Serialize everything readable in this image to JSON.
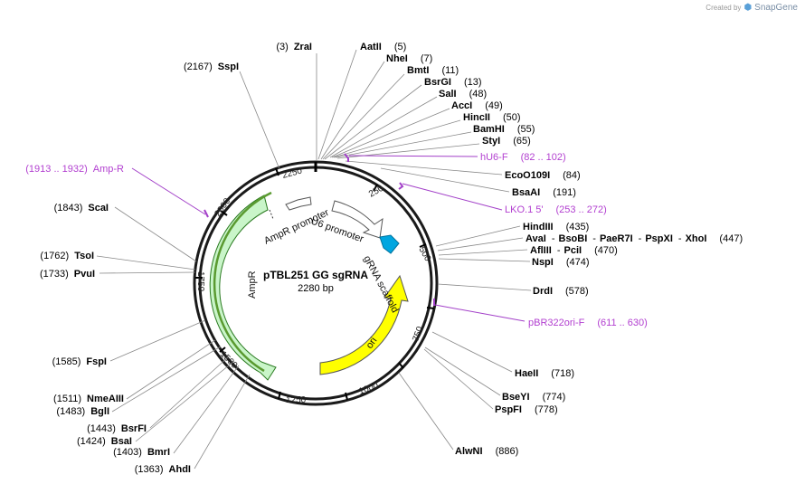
{
  "credit": {
    "prefix": "Created by",
    "brand": "SnapGene"
  },
  "plasmid": {
    "name": "pTBL251 GG sgRNA",
    "size": "2280 bp"
  },
  "ticks": [
    "250",
    "500",
    "750",
    "1000",
    "1250",
    "1500",
    "1750",
    "2000",
    "2250"
  ],
  "features": {
    "ampr_promoter": "AmpR promoter",
    "u6_promoter": "U6 promoter",
    "grna_scaffold": "gRNA scaffold",
    "ampr": "AmpR",
    "ori": "ori"
  },
  "sites": [
    {
      "pos": "(3)",
      "name": "ZraI"
    },
    {
      "pos": "(2167)",
      "name": "SspI"
    },
    {
      "name": "AatII",
      "pos": "(5)"
    },
    {
      "name": "NheI",
      "pos": "(7)"
    },
    {
      "name": "BmtI",
      "pos": "(11)"
    },
    {
      "name": "BsrGI",
      "pos": "(13)"
    },
    {
      "name": "SalI",
      "pos": "(48)"
    },
    {
      "name": "AccI",
      "pos": "(49)"
    },
    {
      "name": "HincII",
      "pos": "(50)"
    },
    {
      "name": "BamHI",
      "pos": "(55)"
    },
    {
      "name": "StyI",
      "pos": "(65)"
    },
    {
      "name": "EcoO109I",
      "pos": "(84)"
    },
    {
      "name": "BsaAI",
      "pos": "(191)"
    },
    {
      "name": "HindIII",
      "pos": "(435)"
    },
    {
      "name": "AvaI",
      "sep1": "-",
      "name2": "BsoBI",
      "sep2": "-",
      "name3": "PaeR7I",
      "sep3": "-",
      "name4": "PspXI",
      "sep4": "-",
      "name5": "XhoI",
      "pos": "(447)"
    },
    {
      "name": "AflIII",
      "sep1": "-",
      "name2": "PciI",
      "pos": "(470)"
    },
    {
      "name": "NspI",
      "pos": "(474)"
    },
    {
      "name": "DrdI",
      "pos": "(578)"
    },
    {
      "name": "HaeII",
      "pos": "(718)"
    },
    {
      "name": "BseYI",
      "pos": "(774)"
    },
    {
      "name": "PspFI",
      "pos": "(778)"
    },
    {
      "name": "AlwNI",
      "pos": "(886)"
    },
    {
      "pos": "(1843)",
      "name": "ScaI"
    },
    {
      "pos": "(1762)",
      "name": "TsoI"
    },
    {
      "pos": "(1733)",
      "name": "PvuI"
    },
    {
      "pos": "(1585)",
      "name": "FspI"
    },
    {
      "pos": "(1511)",
      "name": "NmeAIII"
    },
    {
      "pos": "(1483)",
      "name": "BglI"
    },
    {
      "pos": "(1443)",
      "name": "BsrFI"
    },
    {
      "pos": "(1424)",
      "name": "BsaI"
    },
    {
      "pos": "(1403)",
      "name": "BmrI"
    },
    {
      "pos": "(1363)",
      "name": "AhdI"
    }
  ],
  "primers": [
    {
      "name": "hU6-F",
      "range": "(82 .. 102)"
    },
    {
      "name": "LKO.1 5'",
      "range": "(253 .. 272)"
    },
    {
      "name": "pBR322ori-F",
      "range": "(611 .. 630)"
    },
    {
      "range": "(1913 .. 1932)",
      "name": "Amp-R"
    }
  ],
  "colors": {
    "backbone": "#1a1a1a",
    "ampr": "#c9f5c9",
    "ampr_stroke": "#5a9a30",
    "ori": "#ffff00",
    "grna": "#00a6e0",
    "primer": "#a23fc8",
    "promoter": "#ffffff"
  }
}
